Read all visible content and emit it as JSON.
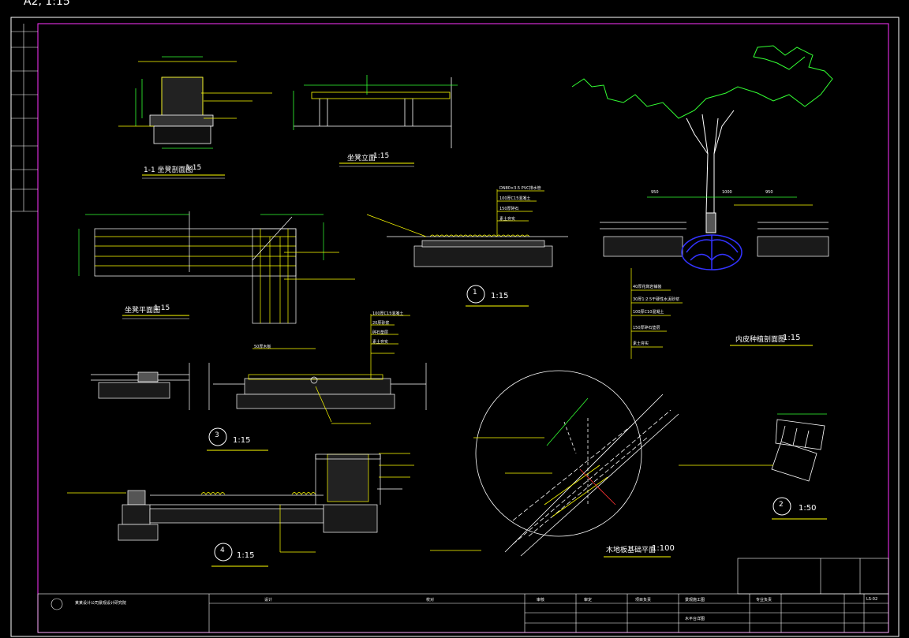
{
  "sheet": {
    "size_label": "A2, 1:15"
  },
  "captions": {
    "section_1_1": "1-1 坐凳剖面图",
    "section_1_1_scale": "1:15",
    "bench_elevation": "坐凳立面",
    "bench_elevation_scale": "1:15",
    "bench_plan": "坐凳平面图",
    "bench_plan_scale": "1:15",
    "detail_1_num": "1",
    "detail_1_scale": "1:15",
    "detail_3_num": "3",
    "detail_3_scale": "1:15",
    "detail_4_num": "4",
    "detail_4_scale": "1:15",
    "detail_2_num": "2",
    "detail_2_scale": "1:50",
    "tree_pit": "内皮种植剖面图",
    "tree_pit_scale": "1:15",
    "deck_plan": "木地板基础平面",
    "deck_plan_scale": "1:100"
  },
  "tree_section_labels": [
    "40厚花岗岩铺装",
    "30厚1:2.5干硬性水泥砂浆",
    "100厚C10混凝土",
    "150厚碎石垫层",
    "素土夯实"
  ],
  "tree_dims": [
    "950",
    "1000",
    "950"
  ],
  "detail1_labels": [
    "DN80×3.5 PVC排水管",
    "100厚C15混凝土",
    "150厚碎石",
    "素土夯实"
  ],
  "detail3_labels": [
    "100厚C15混凝土",
    "20厚砂浆",
    "碎石垫层",
    "素土夯实",
    "50厚木板"
  ],
  "title_block": {
    "company": "某某设计公司景观设计研究院",
    "project": "景观施工图",
    "drawing": "木平台详图",
    "sheet_no": "LS-02",
    "fields": [
      "设计",
      "校对",
      "审核",
      "审定",
      "项目负责",
      "专业负责"
    ]
  },
  "colors": {
    "frame": "#ff33ff",
    "line": "#ffffff",
    "yellow": "#ffff00",
    "green": "#33ff33",
    "blue": "#3333ff",
    "cyan": "#00ffff",
    "red": "#ff3333"
  }
}
